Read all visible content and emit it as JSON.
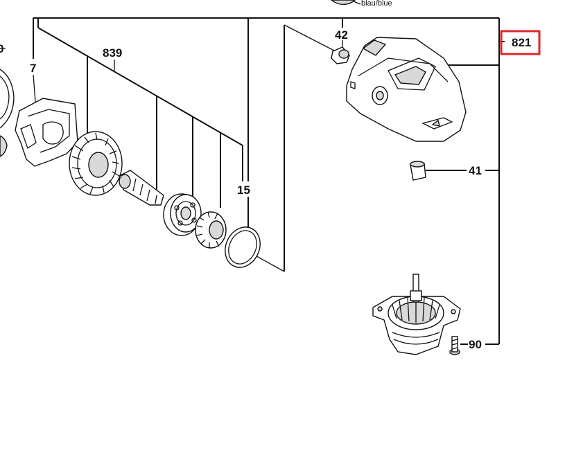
{
  "diagram": {
    "top_note": "blau/blue",
    "labels": {
      "p0": "0",
      "p7": "7",
      "p839": "839",
      "p15": "15",
      "p42": "42",
      "p821": "821",
      "p41": "41",
      "p90": "90"
    },
    "highlight_color": "#e0252b"
  }
}
